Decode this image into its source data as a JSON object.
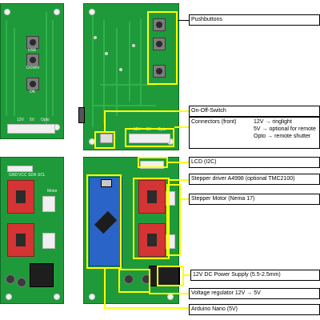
{
  "labels": {
    "pushbuttons": "Pushbuttons",
    "on_off_switch": "On-Off-Switch",
    "connectors": "Connectors (front)",
    "connector_lines": [
      {
        "voltage": "12V",
        "arrow": "→",
        "desc": "ringlight"
      },
      {
        "voltage": "5V",
        "arrow": "→",
        "desc": "optional for remote"
      },
      {
        "voltage": "Opto",
        "arrow": "→",
        "desc": "remote shutter"
      }
    ],
    "lcd": "LCD (I2C)",
    "stepper_driver": "Stepper driver A4998 (optional TMC2100)",
    "stepper_motor": "Stepper Motor (Nema 17)",
    "power_supply": "12V DC Power Supply (5.5-2.5mm)",
    "voltage_regulator": "Voltage regulator 12V → 5V",
    "arduino_nano": "Arduino Nano (5V)"
  },
  "silkscreen": {
    "board_tl": [
      "USE",
      "DOWN",
      "OK"
    ],
    "board_tl_bottom": [
      "12V",
      "5V",
      "Opto"
    ],
    "board_bl": [
      "GND",
      "VCC",
      "SDA",
      "SCL",
      "Motor"
    ],
    "board_tr_bottom": [
      "12V",
      "5V",
      "Opto"
    ]
  },
  "colors": {
    "pcb": "#1f9a3a",
    "highlight": "#ffff00",
    "driver": "#d43434",
    "nano": "#2b64c8"
  }
}
